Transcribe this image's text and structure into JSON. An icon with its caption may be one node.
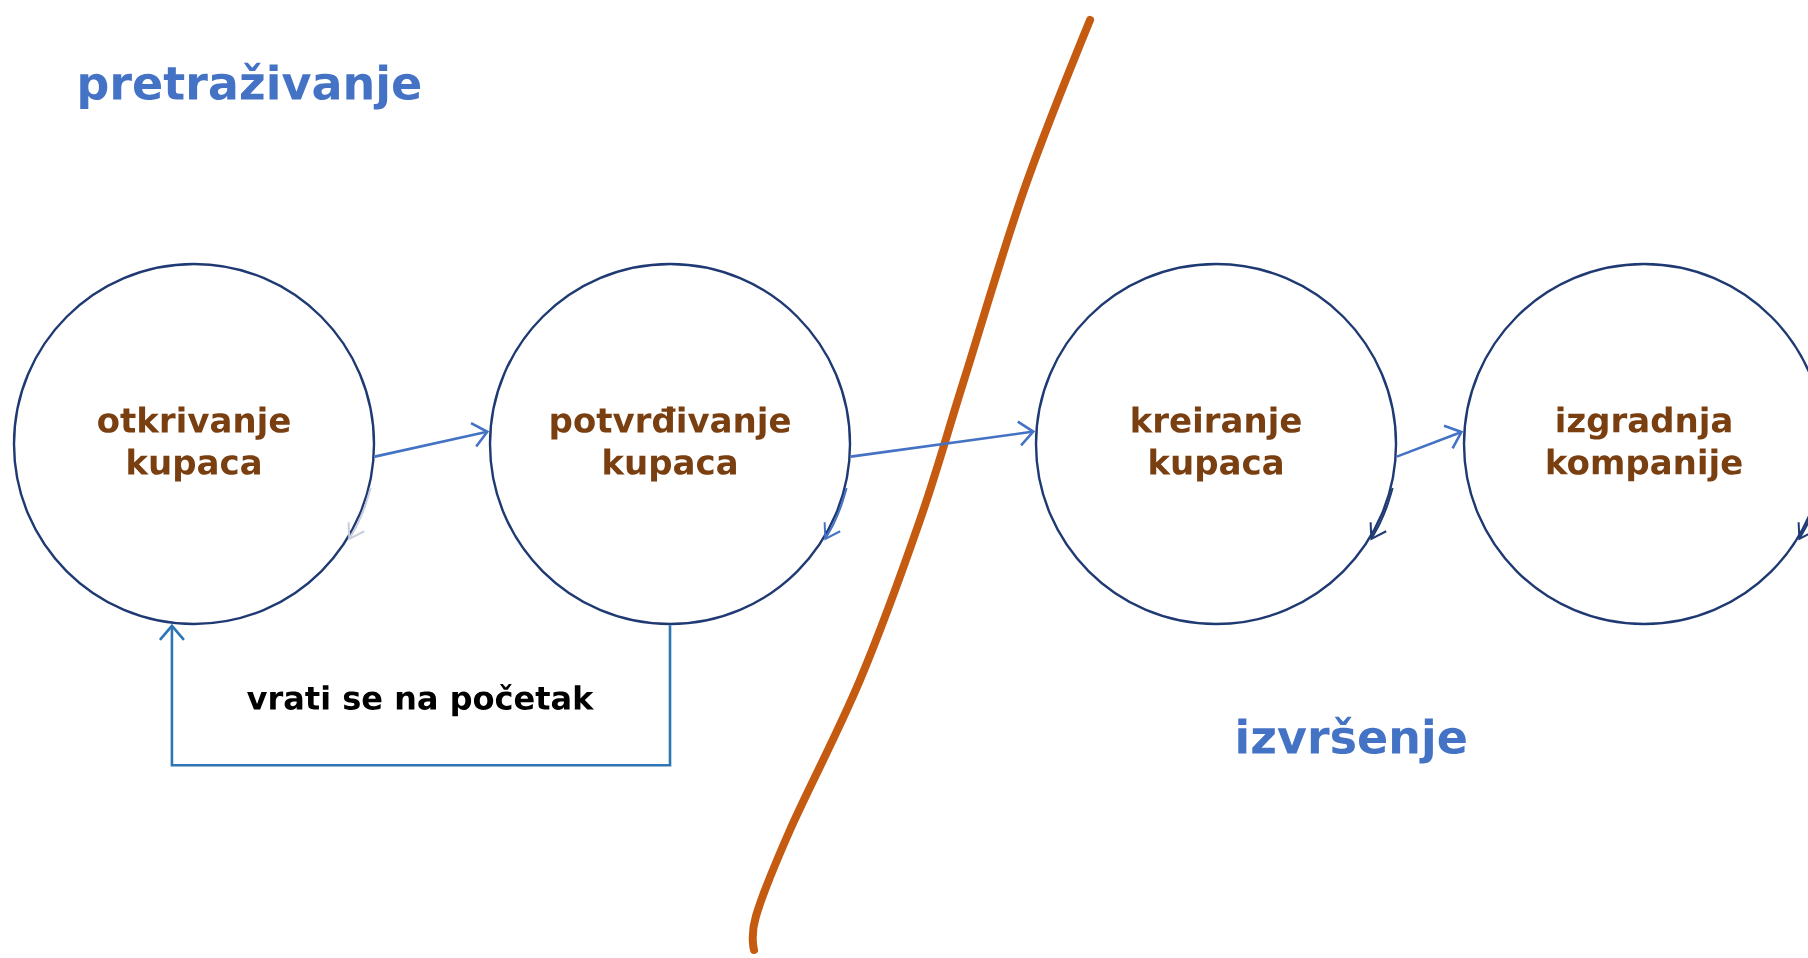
{
  "diagram": {
    "nodes": [
      {
        "text": [
          "otkrivanje kupaca"
        ]
      },
      {
        "text": [
          "potvrđivanje kupaca"
        ]
      },
      {
        "text": [
          "kreiranje kupaca"
        ]
      },
      {
        "text": [
          "izgradnja kompanije"
        ]
      }
    ],
    "edges": [
      {
        "from": 0,
        "to": 1,
        "arrow": "to"
      },
      {
        "from": 1,
        "to": 2,
        "arrow": "to"
      },
      {
        "from": 2,
        "to": 3,
        "arrow": "to"
      },
      {
        "from": 1,
        "to": 0,
        "arrow": "to",
        "label": "vrati se na početak",
        "color": "#2e75b6"
      }
    ],
    "labels": [
      "pretraživanje",
      "izvršenje"
    ]
  }
}
